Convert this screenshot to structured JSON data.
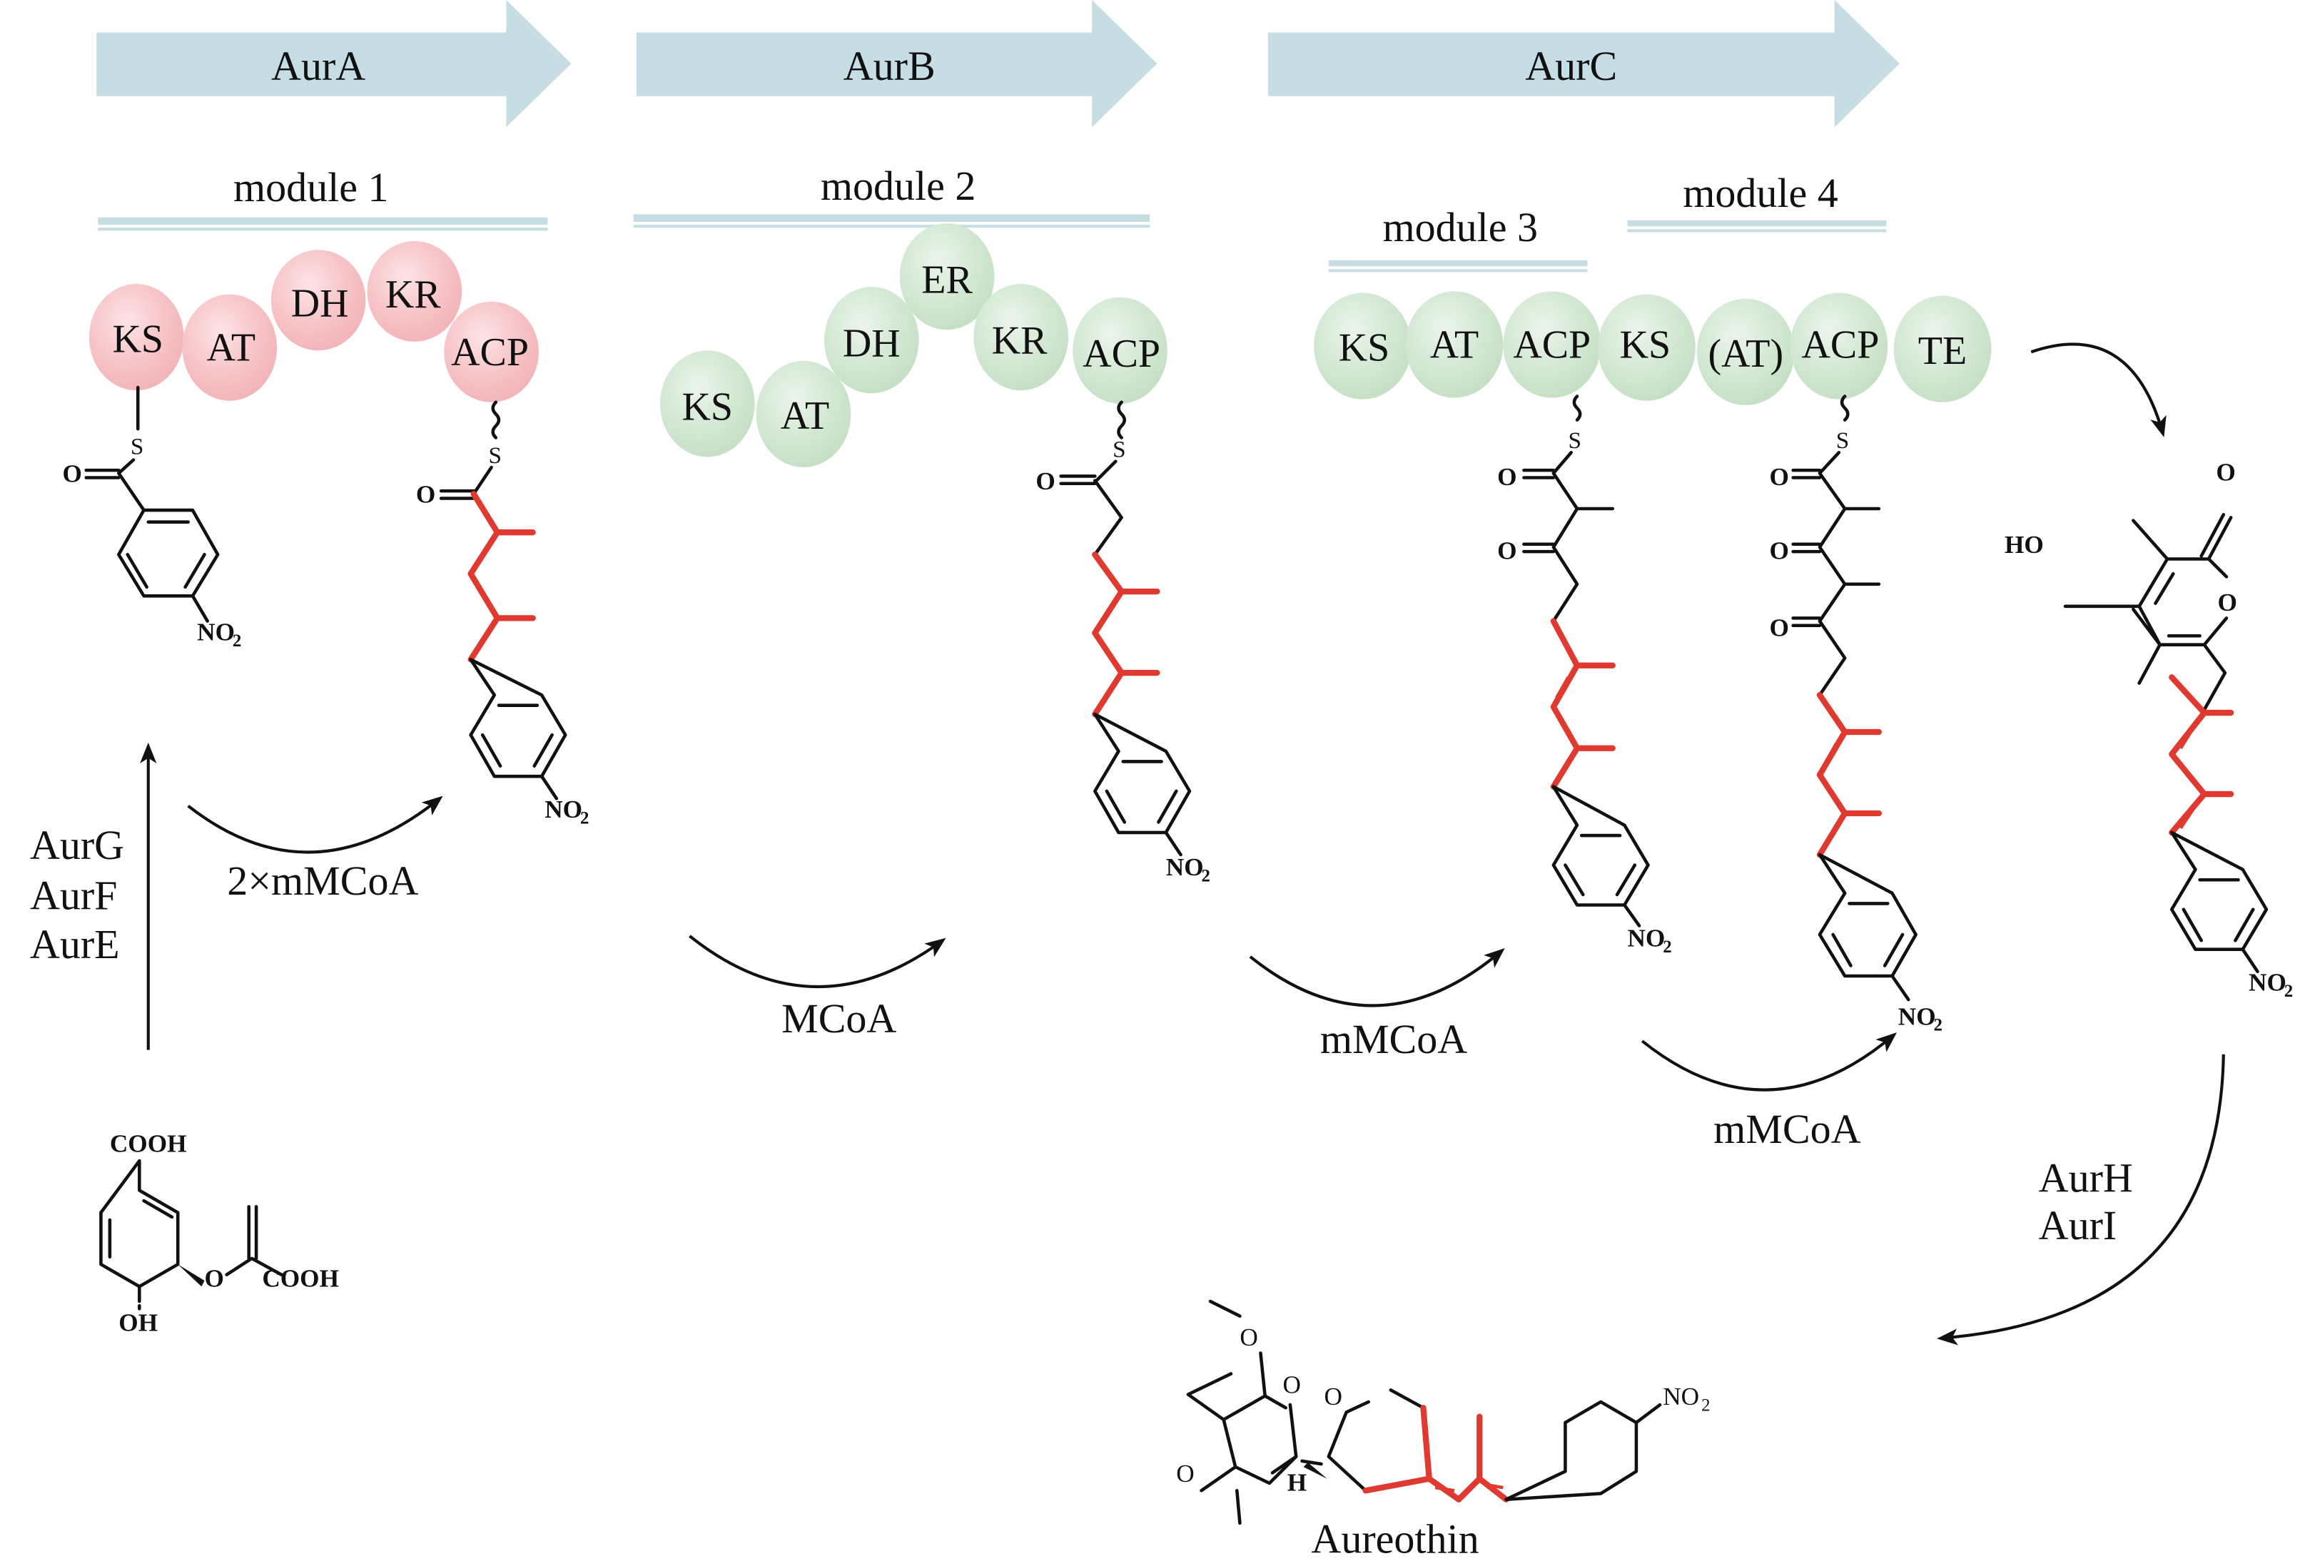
{
  "figure": {
    "proteins": [
      {
        "label": "AurA"
      },
      {
        "label": "AurB"
      },
      {
        "label": "AurC"
      }
    ],
    "modules": [
      {
        "label": "module 1"
      },
      {
        "label": "module 2"
      },
      {
        "label": "module 3"
      },
      {
        "label": "module 4"
      }
    ],
    "domains": {
      "module1": [
        "KS",
        "AT",
        "DH",
        "KR",
        "ACP"
      ],
      "module2": [
        "KS",
        "AT",
        "DH",
        "ER",
        "KR",
        "ACP"
      ],
      "module3_4": [
        "KS",
        "AT",
        "ACP",
        "KS",
        "(AT)",
        "ACP",
        "TE"
      ]
    },
    "colors": {
      "module1_domain": "#f7c5c8",
      "other_domain": "#d3e8d3",
      "gene_arrow": "#c5dde3",
      "highlight_bond": "#e03a30"
    },
    "reaction_labels": {
      "start_enzymes": [
        "AurG",
        "AurF",
        "AurE"
      ],
      "step1": "2×mMCoA",
      "step2": "MCoA",
      "step3": "mMCoA",
      "step4": "mMCoA",
      "final_enzymes": [
        "AurH",
        "AurI"
      ]
    },
    "atoms": {
      "S": "S",
      "O": "O",
      "HO": "HO",
      "H": "H",
      "OH": "OH",
      "COOH": "COOH",
      "NO2_main": "NO",
      "NO2_sub": "2"
    },
    "product_name": "Aureothin"
  }
}
